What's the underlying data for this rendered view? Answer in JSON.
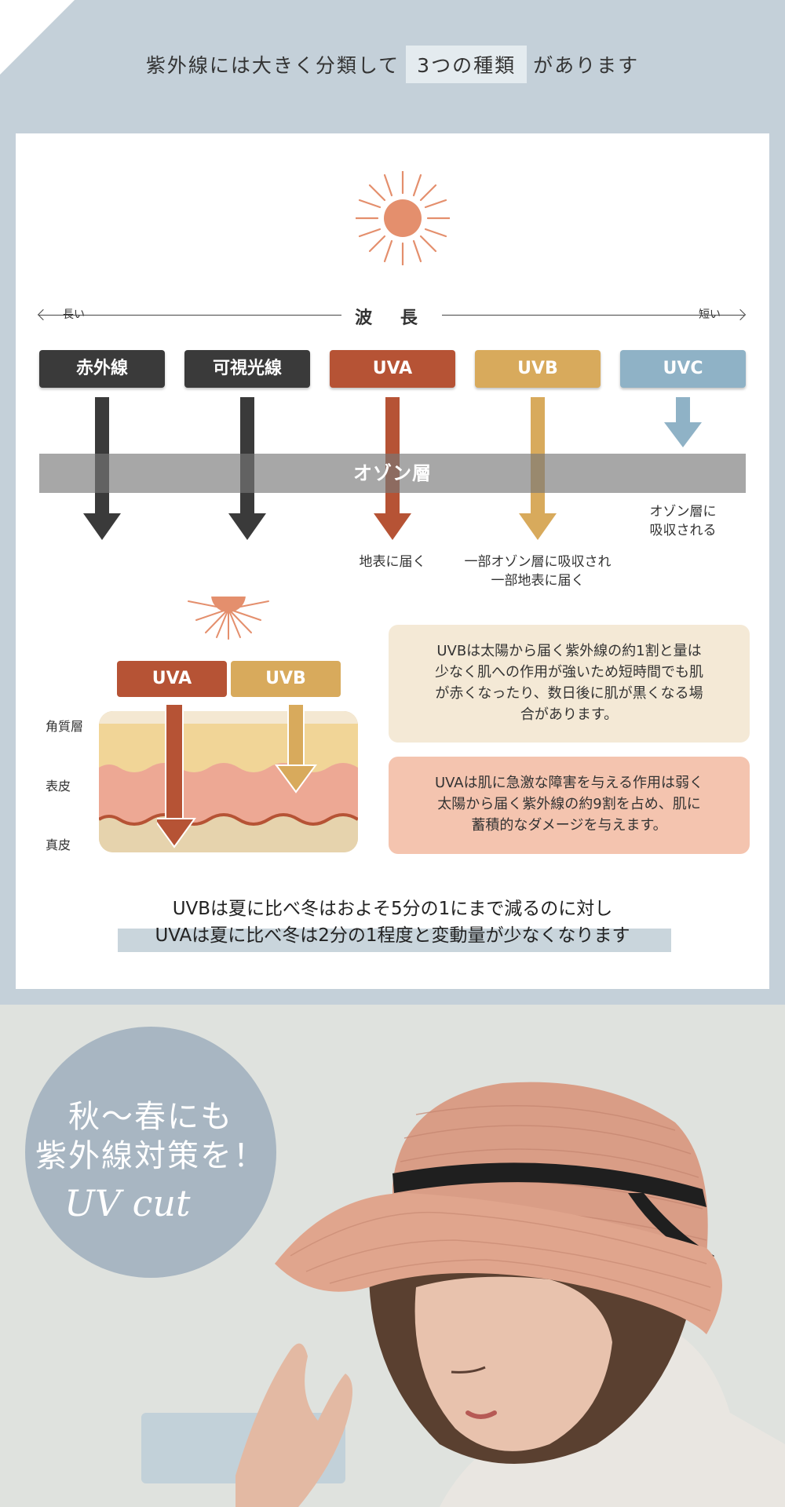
{
  "header": {
    "pre": "紫外線には大きく分類して",
    "highlight": "3つの種類",
    "post": "があります"
  },
  "wavelength": {
    "title": "波 長",
    "long": "長い",
    "short": "短い"
  },
  "bands": [
    {
      "label": "赤外線",
      "color": "#3a3a3a"
    },
    {
      "label": "可視光線",
      "color": "#3a3a3a"
    },
    {
      "label": "UVA",
      "color": "#b65335"
    },
    {
      "label": "UVB",
      "color": "#d8aa5c"
    },
    {
      "label": "UVC",
      "color": "#8fb2c6"
    }
  ],
  "ozone": "オゾン層",
  "notes": {
    "uva": "地表に届く",
    "uvb_1": "一部オゾン層に吸収され",
    "uvb_2": "一部地表に届く",
    "uvc_1": "オゾン層に",
    "uvc_2": "吸収される"
  },
  "skin": {
    "layers": [
      "角質層",
      "表皮",
      "真皮"
    ],
    "uva": "UVA",
    "uvb": "UVB"
  },
  "info": {
    "uvb_1": "UVBは太陽から届く紫外線の約1割と量は",
    "uvb_2": "少なく肌への作用が強いため短時間でも肌",
    "uvb_3": "が赤くなったり、数日後に肌が黒くなる場",
    "uvb_4": "合があります。",
    "uva_1": "UVAは肌に急激な障害を与える作用は弱く",
    "uva_2": "太陽から届く紫外線の約9割を占め、肌に",
    "uva_3": "蓄積的なダメージを与えます。"
  },
  "summary": {
    "line1": "UVBは夏に比べ冬はおよそ5分の1にまで減るのに対し",
    "line2": "UVAは夏に比べ冬は2分の1程度と変動量が少なくなります"
  },
  "badge": {
    "line1": "秋〜春にも",
    "line2": "紫外線対策を！",
    "script": "UV cut"
  }
}
